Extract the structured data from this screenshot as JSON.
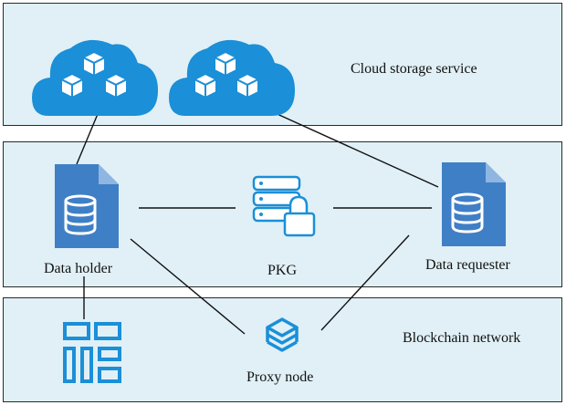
{
  "layers": {
    "cloud": "Cloud storage service",
    "blockchain": "Blockchain network"
  },
  "nodes": {
    "data_holder": "Data holder",
    "pkg": "PKG",
    "data_requester": "Data requester",
    "proxy": "Proxy node"
  },
  "colors": {
    "band_fill": "#e0f0f6",
    "cloud_blue": "#1b8fd8",
    "doc_blue": "#3f7fc6",
    "doc_fold": "#6fa0d8",
    "line": "#111111"
  },
  "icons": {
    "cloud": "cloud-storage-icon",
    "document": "database-document-icon",
    "pkg": "locked-database-icon",
    "proxy": "layered-stack-icon",
    "blockchain": "block-grid-icon"
  }
}
